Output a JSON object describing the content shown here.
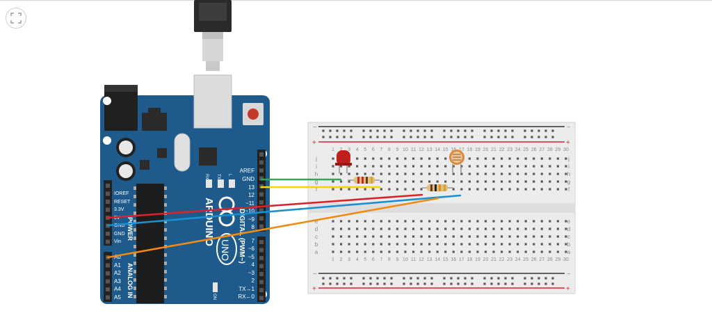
{
  "toolbar": {
    "fullscreen_icon": "fullscreen-icon"
  },
  "arduino": {
    "brand": "ARDUINO",
    "model": "UNO",
    "power_label": "POWER",
    "analog_label": "ANALOG IN",
    "digital_label": "DIGITAL (PWM~)",
    "on_label": "ON",
    "tx_label": "TX",
    "rx_label": "RX",
    "l_label": "L",
    "power_pins": [
      "IOREF",
      "RESET",
      "3.3V",
      "5V",
      "GND",
      "GND",
      "Vin"
    ],
    "analog_pins": [
      "A0",
      "A1",
      "A2",
      "A3",
      "A4",
      "A5"
    ],
    "digital_top": [
      "AREF",
      "GND",
      "13",
      "12",
      "~11",
      "~10",
      "~9",
      "8"
    ],
    "digital_bottom": [
      "7",
      "~6",
      "~5",
      "4",
      "~3",
      "2",
      "TX→1",
      "RX←0"
    ]
  },
  "breadboard": {
    "columns": [
      "1",
      "2",
      "3",
      "4",
      "5",
      "6",
      "7",
      "8",
      "9",
      "10",
      "11",
      "12",
      "13",
      "14",
      "15",
      "16",
      "17",
      "18",
      "19",
      "20",
      "21",
      "22",
      "23",
      "24",
      "25",
      "26",
      "27",
      "28",
      "29",
      "30"
    ],
    "rows_top": [
      "j",
      "i",
      "h",
      "g",
      "f"
    ],
    "rows_bottom": [
      "e",
      "d",
      "c",
      "b",
      "a"
    ],
    "minus": "−",
    "plus": "+"
  },
  "wires": [
    {
      "name": "gnd-wire",
      "color": "#33a852"
    },
    {
      "name": "pin13-wire",
      "color": "#f2d600"
    },
    {
      "name": "5v-wire",
      "color": "#d8232a"
    },
    {
      "name": "gnd2-wire",
      "color": "#1a8fd1"
    },
    {
      "name": "a0-wire",
      "color": "#f08a10"
    }
  ],
  "colors": {
    "board": "#1e5b8c",
    "breadboard": "#ececec",
    "led": "#c0201c",
    "photoresistor": "#d98a3c"
  }
}
